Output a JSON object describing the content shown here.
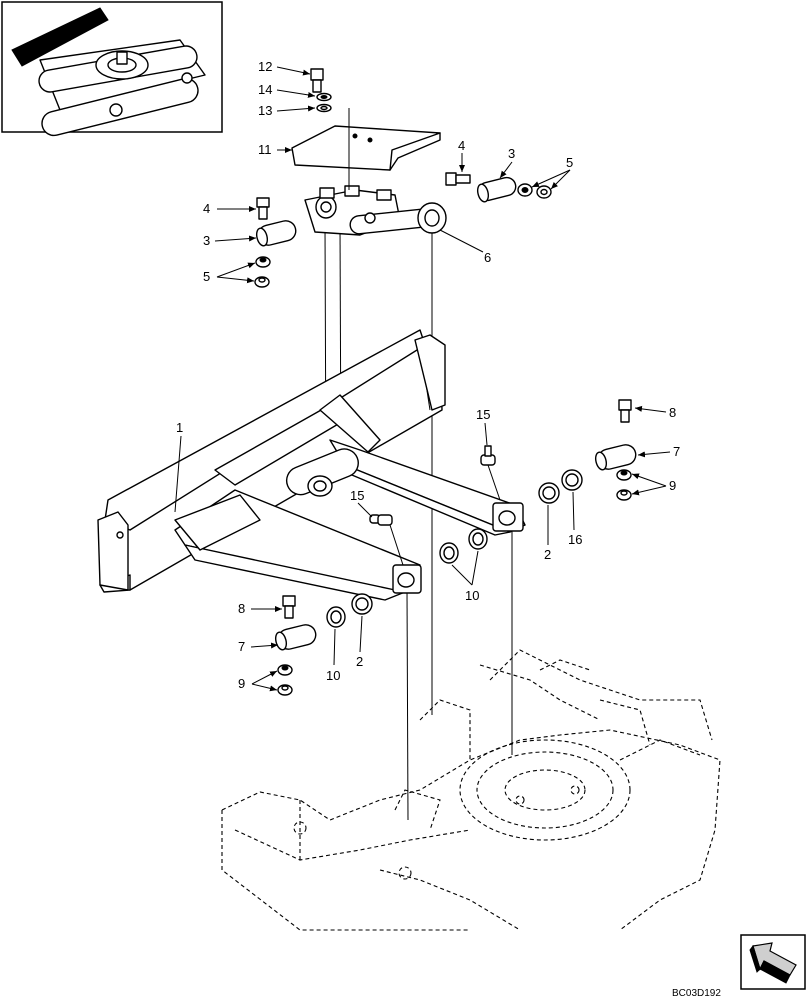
{
  "drawing_code": "BC03D192",
  "callouts": [
    "1",
    "2",
    "3",
    "4",
    "5",
    "6",
    "7",
    "8",
    "9",
    "10",
    "11",
    "12",
    "13",
    "14",
    "15",
    "16"
  ]
}
